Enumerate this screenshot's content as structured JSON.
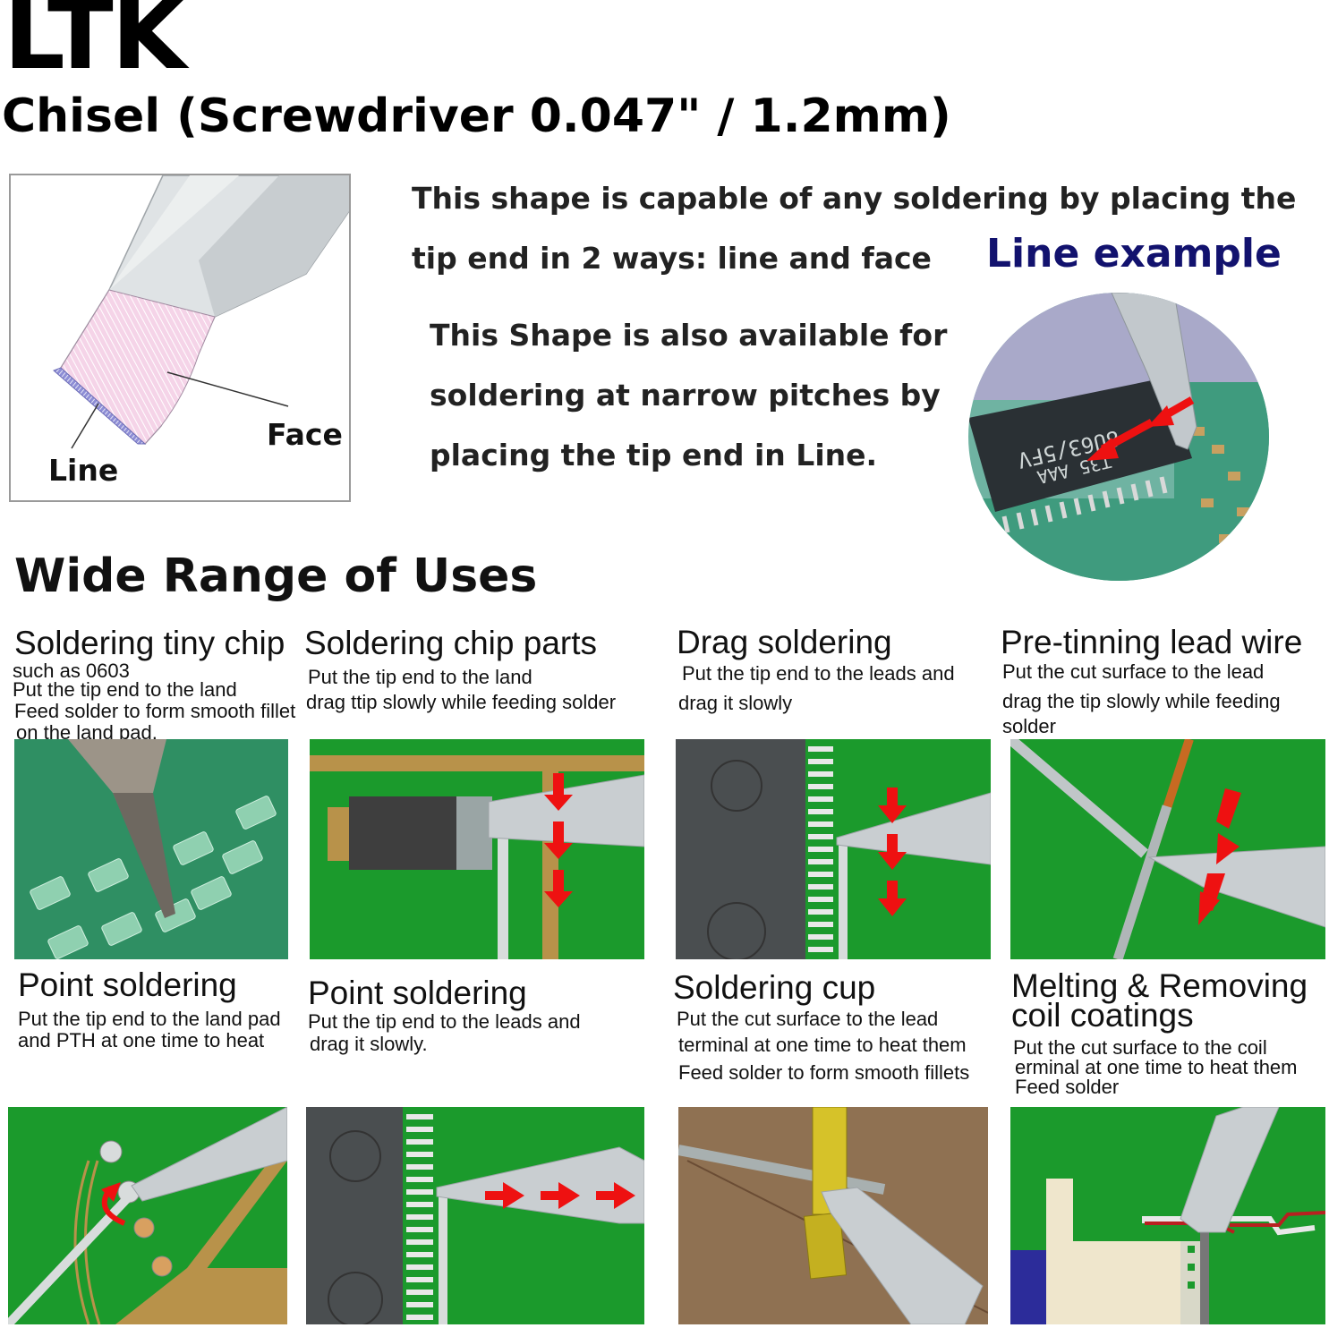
{
  "header": {
    "brand": "LTK",
    "subtitle": "Chisel (Screwdriver 0.047\" / 1.2mm)"
  },
  "diagram": {
    "face_label": "Face",
    "line_label": "Line"
  },
  "intro": {
    "line1": "This shape is capable of any soldering by placing the",
    "line2": "tip end in 2 ways: line and face",
    "narrow1": "This Shape is also available for",
    "narrow2": "soldering at narrow pitches by",
    "narrow3": "placing the tip end in Line.",
    "line_example_label": "Line example",
    "chip_marking1": "8U63/5FV",
    "chip_marking2": "T35  AAA"
  },
  "uses": {
    "heading": "Wide Range of Uses",
    "items": [
      {
        "title": "Soldering tiny chip",
        "desc": [
          "such as 0603",
          "Put the tip end to the land",
          "Feed solder to form smooth fillet",
          "on the land pad."
        ]
      },
      {
        "title": "Soldering chip parts",
        "desc": [
          "Put the tip end to the land",
          "drag ttip slowly while feeding solder"
        ]
      },
      {
        "title": "Drag soldering",
        "desc": [
          "Put the tip end to the leads and",
          "drag it slowly"
        ]
      },
      {
        "title": "Pre-tinning lead wire",
        "desc": [
          "Put the cut surface to the lead",
          "drag the tip slowly while feeding",
          "solder"
        ]
      },
      {
        "title": "Point soldering",
        "desc": [
          "Put the tip end to the land pad",
          "and PTH at one time to heat"
        ]
      },
      {
        "title": "Point soldering",
        "desc": [
          "Put the tip end to the leads and",
          "drag it slowly."
        ]
      },
      {
        "title": "Soldering cup",
        "desc": [
          "Put the cut surface to the lead",
          "terminal at one time to heat them",
          "Feed solder to form smooth fillets"
        ]
      },
      {
        "title": "Melting & Removing",
        "title2": "coil coatings",
        "desc": [
          "Put the cut surface to the coil",
          "erminal at one time to heat them",
          "Feed solder"
        ]
      }
    ]
  },
  "colors": {
    "pcb_green": "#1b9a2c",
    "tip_gray": "#c9ced1",
    "arrow_red": "#ee1111",
    "trace_brown": "#b8924a",
    "chip_dark": "#4a4e50",
    "cup_brown": "#8f7152",
    "line_example_blue": "#12126e"
  }
}
